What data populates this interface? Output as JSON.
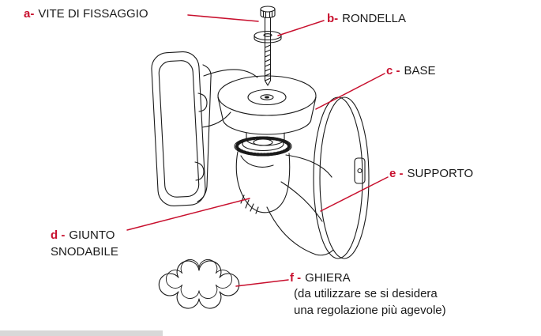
{
  "figure": {
    "accent_color": "#c8102e",
    "line_color": "#1a1a1a",
    "background": "#ffffff",
    "labels": {
      "a": {
        "letter": "a-",
        "text": "VITE DI FISSAGGIO"
      },
      "b": {
        "letter": "b-",
        "text": "RONDELLA"
      },
      "c": {
        "letter": "c -",
        "text": "BASE"
      },
      "d": {
        "letter": "d -",
        "text": "GIUNTO SNODABILE"
      },
      "e": {
        "letter": "e -",
        "text": "SUPPORTO"
      },
      "f": {
        "letter": "f -",
        "text": "GHIERA",
        "note": "(da utilizzare se si desidera\nuna regolazione più agevole)"
      }
    }
  }
}
